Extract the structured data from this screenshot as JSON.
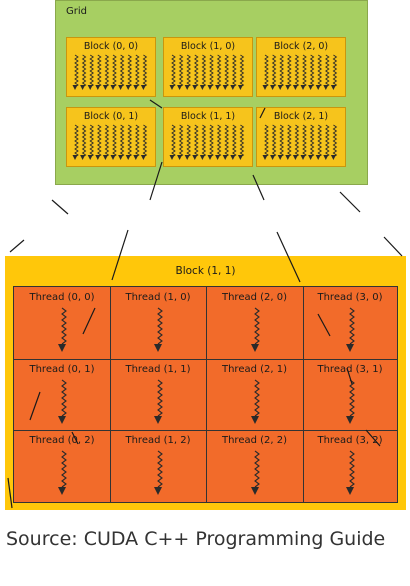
{
  "grid": {
    "label": "Grid",
    "blocks": [
      {
        "label": "Block (0, 0)"
      },
      {
        "label": "Block (1, 0)"
      },
      {
        "label": "Block (2, 0)"
      },
      {
        "label": "Block (0, 1)"
      },
      {
        "label": "Block (1, 1)"
      },
      {
        "label": "Block (2, 1)"
      }
    ]
  },
  "block_detail": {
    "label": "Block (1, 1)",
    "threads": [
      {
        "label": "Thread (0, 0)"
      },
      {
        "label": "Thread (1, 0)"
      },
      {
        "label": "Thread (2, 0)"
      },
      {
        "label": "Thread (3, 0)"
      },
      {
        "label": "Thread (0, 1)"
      },
      {
        "label": "Thread (1, 1)"
      },
      {
        "label": "Thread (2, 1)"
      },
      {
        "label": "Thread (3, 1)"
      },
      {
        "label": "Thread (0, 2)"
      },
      {
        "label": "Thread (1, 2)"
      },
      {
        "label": "Thread (2, 2)"
      },
      {
        "label": "Thread (3, 2)"
      }
    ]
  },
  "caption": "Source: CUDA C++ Programming Guide",
  "colors": {
    "grid_bg": "#a7cf62",
    "block_bg": "#f6c41c",
    "block_detail_bg": "#ffc70a",
    "thread_bg": "#f26b2a"
  }
}
